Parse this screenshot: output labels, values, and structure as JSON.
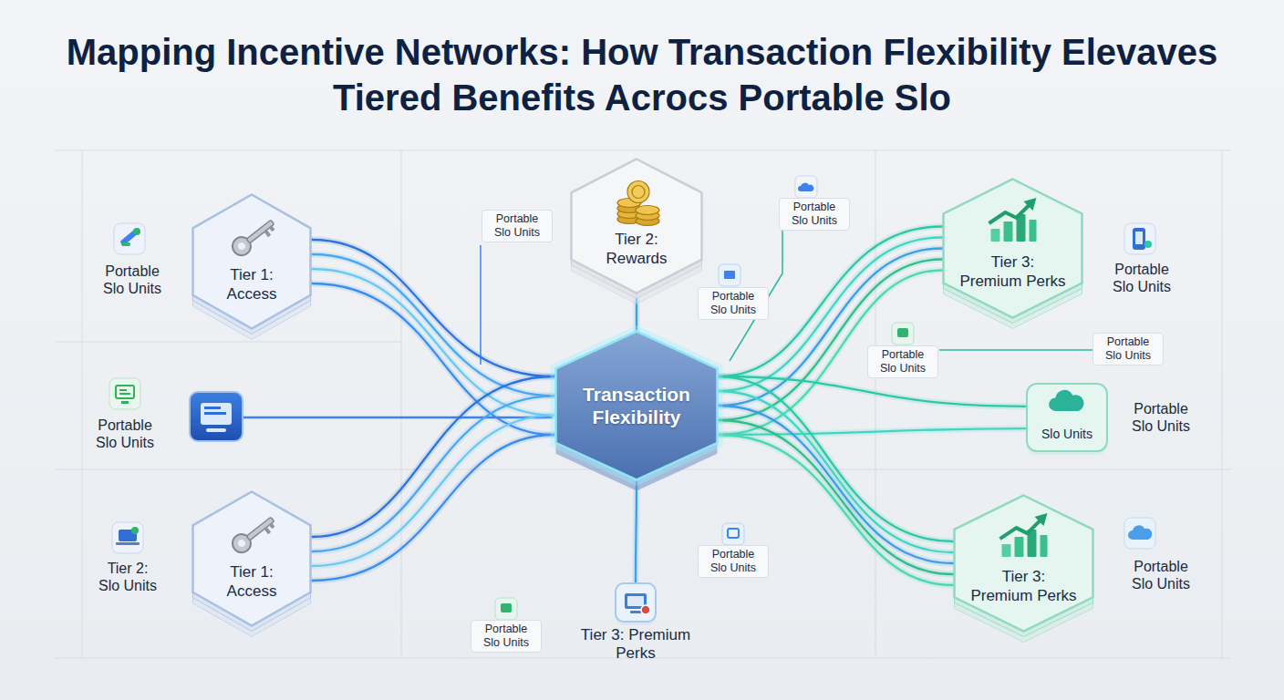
{
  "diagram": {
    "title": "Mapping Incentive Networks: How Transaction Flexibility Elevaves Tiered Benefits Acrocs Portable Slo",
    "nodes": [
      {
        "text": [
          "Tier 2: Rewards"
        ]
      },
      {
        "text": [
          "Tier 1: Access"
        ]
      },
      {
        "text": [
          "Tier 3: Premium Perks"
        ]
      },
      {
        "text": [
          "Transaction Flexibility"
        ]
      },
      {
        "text": [
          "Slo Units"
        ]
      },
      {
        "text": [
          "Tier 1: Access"
        ]
      },
      {
        "text": [
          "Tier 3: Premium Perks"
        ]
      },
      {
        "text": [
          "Tier 3: Premium Perks"
        ]
      }
    ],
    "edges": [
      {
        "from": 1,
        "to": 3,
        "arrow": "none"
      },
      {
        "from": 0,
        "to": 3,
        "arrow": "none"
      },
      {
        "from": 2,
        "to": 3,
        "arrow": "none"
      },
      {
        "from": 4,
        "to": 3,
        "arrow": "none"
      },
      {
        "from": 5,
        "to": 3,
        "arrow": "none"
      },
      {
        "from": 6,
        "to": 3,
        "arrow": "none"
      },
      {
        "from": 7,
        "to": 3,
        "arrow": "none"
      }
    ],
    "labels": [
      "Portable Slo Units",
      "Portable Slo Units",
      "Portable Slo Units",
      "Portable Slo Units",
      "Portable Slo Units",
      "Portable Slo Units",
      "Portable Slo Units",
      "Portable Slo Units",
      "Portable Slo Units",
      "Tier 2: Slo Units",
      "Portable Slo Units",
      "Portable Slo Units",
      "Portable Slo Units"
    ]
  }
}
